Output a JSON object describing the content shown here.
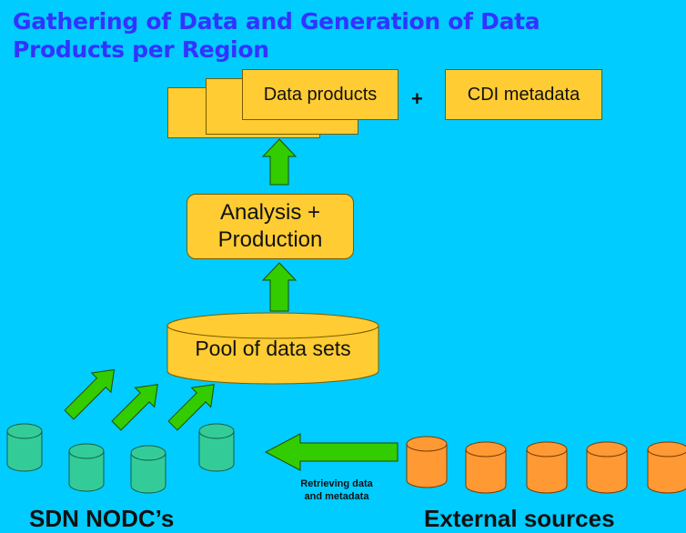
{
  "title": {
    "line1": "Gathering of Data and Generation of Data",
    "line2": "Products per Region"
  },
  "products": {
    "data_products": "Data products",
    "plus": "+",
    "cdi_metadata": "CDI metadata"
  },
  "analysis": {
    "line1": "Analysis +",
    "line2": "Production"
  },
  "pool": {
    "label": "Pool of data sets"
  },
  "retrieve": {
    "line1": "Retrieving data",
    "line2": "and metadata"
  },
  "labels": {
    "nodc": "SDN NODC’s",
    "external": "External sources"
  },
  "colors": {
    "background": "#00ccff",
    "box_fill": "#ffcc33",
    "arrow_green": "#33cc00",
    "nodc_cylinder": "#33cc99",
    "external_cylinder": "#ff9933",
    "title": "#3333ff"
  }
}
